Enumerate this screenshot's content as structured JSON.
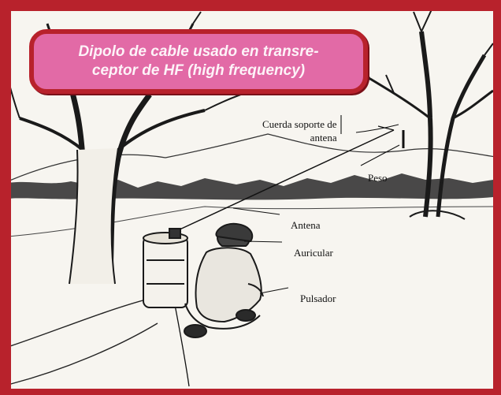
{
  "title": {
    "line1": "Dipolo de cable usado en transre-",
    "line2": "ceptor de HF (high frequency)"
  },
  "labels": {
    "cuerda_line1": "Cuerda soporte de",
    "cuerda_line2": "antena",
    "peso": "Peso",
    "antena": "Antena",
    "auricular": "Auricular",
    "pulsador": "Pulsador"
  },
  "colors": {
    "frame": "#b8222c",
    "title_fill": "#e26aa6",
    "title_text": "#fdf3f8",
    "ink": "#1a1a1a"
  }
}
